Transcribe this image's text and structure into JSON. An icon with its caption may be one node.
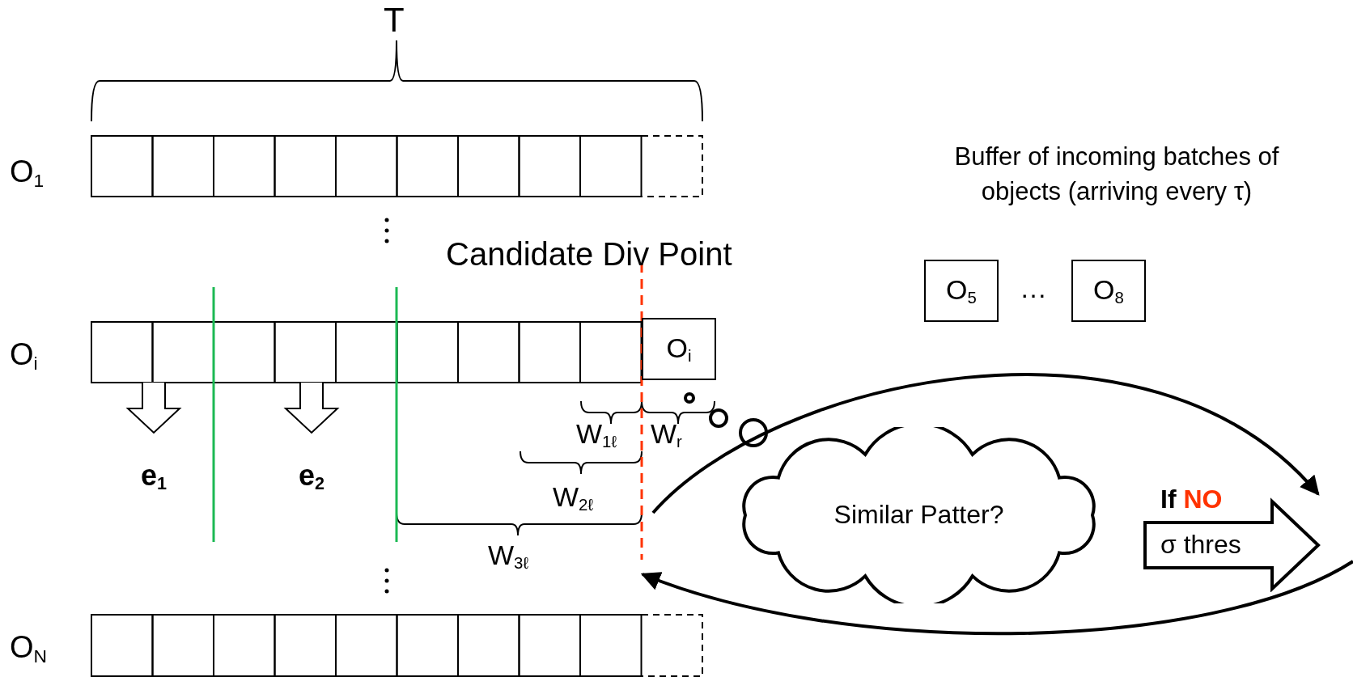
{
  "diagram": {
    "nodes": [
      {
        "text": [
          "O$_{i}$"
        ]
      },
      {
        "text": [
          "O$_{5}$"
        ]
      },
      {
        "text": [
          "O$_{8}$"
        ]
      },
      {
        "text": [
          "Similar Patter?"
        ]
      },
      {
        "text": [
          "If **NO**",
          "σ thres"
        ]
      },
      {
        "text": [
          "e$_{1}$"
        ]
      },
      {
        "text": [
          "e$_{2}$"
        ]
      }
    ],
    "edges": [
      {
        "from": null,
        "to": 5,
        "arrow": "to"
      },
      {
        "from": null,
        "to": 6,
        "arrow": "to"
      }
    ],
    "labels": [
      "T",
      "O$_{1}$",
      "Buffer of incoming batches of objects (arriving every τ)",
      "Candidate Div Point",
      "…",
      "O$_{i}$",
      "W$_{1ℓ}$",
      "W$_{r}$",
      "W$_{2ℓ}$",
      "W$_{3ℓ}$",
      "O$_{N}$"
    ]
  }
}
